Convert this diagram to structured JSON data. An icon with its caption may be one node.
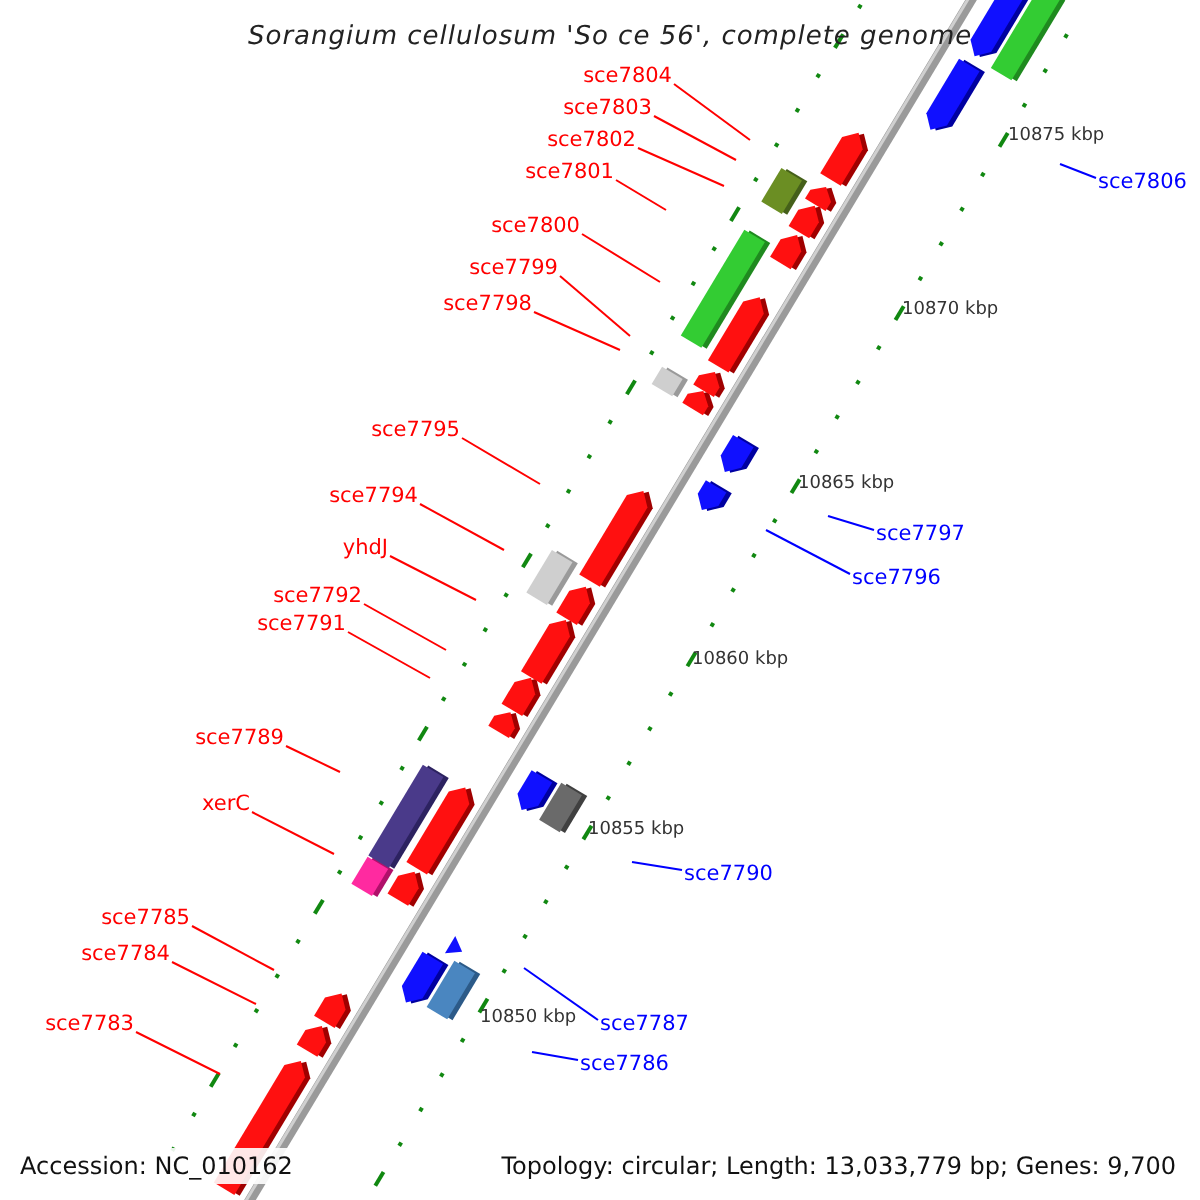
{
  "diagram": {
    "title": "Sorangium cellulosum 'So ce 56', complete genome",
    "nodes": [
      {
        "text": [
          "sce7804"
        ]
      },
      {
        "text": [
          "sce7803"
        ]
      },
      {
        "text": [
          "sce7802"
        ]
      },
      {
        "text": [
          "sce7801"
        ]
      },
      {
        "text": [
          "sce7806"
        ]
      },
      {
        "text": [
          "sce7800"
        ]
      },
      {
        "text": [
          "sce7799"
        ]
      },
      {
        "text": [
          "sce7798"
        ]
      },
      {
        "text": [
          "sce7795"
        ]
      },
      {
        "text": [
          "sce7794"
        ]
      },
      {
        "text": [
          "sce7797"
        ]
      },
      {
        "text": [
          "yhdJ"
        ]
      },
      {
        "text": [
          "sce7796"
        ]
      },
      {
        "text": [
          "sce7792"
        ]
      },
      {
        "text": [
          "sce7791"
        ]
      },
      {
        "text": [
          "sce7789"
        ]
      },
      {
        "text": [
          "xerC"
        ]
      },
      {
        "text": [
          "sce7790"
        ]
      },
      {
        "text": [
          "sce7785"
        ]
      },
      {
        "text": [
          "sce7784"
        ]
      },
      {
        "text": [
          "sce7787"
        ]
      },
      {
        "text": [
          "sce7783"
        ]
      },
      {
        "text": [
          "sce7786"
        ]
      }
    ],
    "edges": [
      {
        "from": 0,
        "to": null,
        "arrow": "none"
      },
      {
        "from": 1,
        "to": null,
        "arrow": "none"
      },
      {
        "from": 2,
        "to": null,
        "arrow": "none"
      },
      {
        "from": 3,
        "to": null,
        "arrow": "none"
      },
      {
        "from": 4,
        "to": null,
        "arrow": "none",
        "color": "#0000ff"
      },
      {
        "from": 5,
        "to": null,
        "arrow": "none"
      },
      {
        "from": 6,
        "to": null,
        "arrow": "none"
      },
      {
        "from": 7,
        "to": null,
        "arrow": "none"
      },
      {
        "from": 8,
        "to": null,
        "arrow": "none"
      },
      {
        "from": 9,
        "to": null,
        "arrow": "none"
      },
      {
        "from": 10,
        "to": null,
        "arrow": "none",
        "color": "#0000ff"
      },
      {
        "from": 11,
        "to": null,
        "arrow": "none"
      },
      {
        "from": 12,
        "to": null,
        "arrow": "none",
        "color": "#0000ff"
      },
      {
        "from": 13,
        "to": null,
        "arrow": "none"
      },
      {
        "from": 14,
        "to": null,
        "arrow": "none"
      },
      {
        "from": 15,
        "to": null,
        "arrow": "none"
      },
      {
        "from": 16,
        "to": null,
        "arrow": "none"
      },
      {
        "from": 17,
        "to": null,
        "arrow": "none",
        "color": "#0000ff"
      },
      {
        "from": 18,
        "to": null,
        "arrow": "none"
      },
      {
        "from": 19,
        "to": null,
        "arrow": "none"
      },
      {
        "from": 20,
        "to": null,
        "arrow": "none",
        "color": "#0000ff"
      },
      {
        "from": 21,
        "to": null,
        "arrow": "none"
      },
      {
        "from": 22,
        "to": null,
        "arrow": "none",
        "color": "#0000ff"
      }
    ],
    "labels": [
      "10875 kbp",
      "10870 kbp",
      "10865 kbp",
      "10860 kbp",
      "10855 kbp",
      "10850 kbp",
      "Accession: NC_010162",
      "Topology: circular; Length: 13,033,779 bp; Genes: 9,700"
    ]
  }
}
